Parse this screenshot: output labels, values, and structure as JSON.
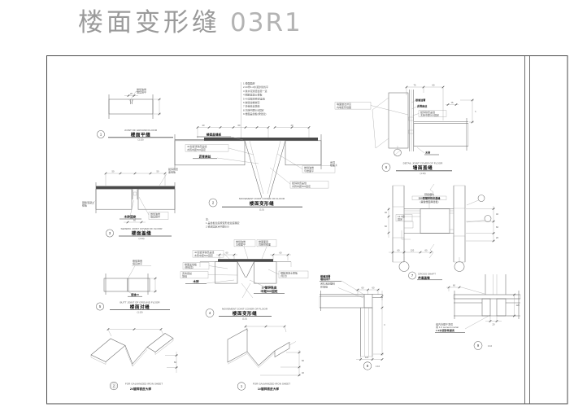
{
  "header": {
    "title": "楼面变形缝",
    "code": "03R1"
  },
  "d1": {
    "num": "1",
    "noteA": "嵌缝油膏",
    "noteB": "填实抹平",
    "dim": "20",
    "cap_en": "JOINT OF GROUND FLOOR",
    "cap_cn": "楼面平缝",
    "scale": "(1:10)"
  },
  "d2": {
    "num": "2",
    "notes": [
      "1 楼面面层",
      "2 20厚1:2水泥砂浆找平",
      "3 素水泥浆结合层一道",
      "4 钢筋混凝土楼板",
      "5 40宽镀锌铁皮盖缝",
      "6 嵌缝油膏嵌实",
      "7 沥青麻丝填缝",
      "8 木砖中距500固定",
      "9 楼面盖缝板(按缝宽)"
    ],
    "dim1": "40",
    "dim2": "60",
    "dim3": "40",
    "lblL1": "楼面盖缝板",
    "lblL2a": "40宽镀锌铁皮盖缝",
    "lblL2b": "木砖中距500固定",
    "lblL3": "沥青麻丝",
    "lblR1a": "嵌缝油膏",
    "lblR1b": "与楼面平",
    "lblR2a": "镀锌铁皮盖缝",
    "lblR2b": "木砖中距500固定",
    "cap_en": "MOVEMENT JOINT COVER OF FLOOR",
    "cap_cn": "楼面变形缝",
    "scale": "(1:5)",
    "fn1": "注:",
    "fn2": "1.盖缝板宽度按变形缝宽度确定",
    "fn3": "2.铁皮固定点中距500"
  },
  "d3": {
    "num": "3",
    "dim1": "50",
    "dim2": "50",
    "noteTRa": "镀锌铁皮",
    "noteTRb": "盖缝板",
    "noteLa": "钢筋混凝土",
    "noteLb": "楼板",
    "lblB1": "木砖固定",
    "lblBRa": "嵌缝油膏",
    "lblBRb": "填实抹平",
    "dimB": "60",
    "cap_en": "SEISMIC JOINT COVER OF FLOOR",
    "cap_cn": "楼面盖缝",
    "scale": "(1:10)"
  },
  "d4": {
    "num": "4",
    "t1a": "嵌缝油膏",
    "t1b": "与楼面平",
    "t2a": "楼面面层",
    "t2b": "同相邻楼面",
    "lta": "40宽镀锌铁皮盖缝",
    "ltb": "木砖中距500固定",
    "dimL": "60",
    "dimR": "60",
    "ll1a": "楼面盖缝板",
    "ll1b": "(按缝宽)",
    "ll2a": "沥青麻丝",
    "ll2b": "填缝",
    "ll3": "木砖",
    "r1a": "钢筋混凝土楼板",
    "r1b": "(现浇)",
    "bl1": "1#镀锌铁皮",
    "bl2": "中距500固定",
    "cap_en": "MOVEMENT JOINT COVER OF FLOOR",
    "cap_cn": "楼面变形缝",
    "scale": "(1:5)"
  },
  "d5": {
    "num": "5",
    "noteA": "嵌缝油膏",
    "noteB": "填实抹平",
    "lbl": "留缝20",
    "cap_en": "BUTT JOINT OF GROUND FLOOR",
    "cap_cn": "楼面对缝",
    "scale": "(1:10)"
  },
  "d6": {
    "num": "6",
    "dimA": "75",
    "dimB": "60",
    "dimC": "75",
    "dimH": "h",
    "noteLa": "墙面做法详见",
    "noteLb": "内墙变形缝图",
    "r1": "嵌缝油膏",
    "r2": "沥青麻丝",
    "r3a": "镀锌铁皮盖缝",
    "r3b": "木砖中距500固定",
    "wl": "木砖",
    "stray1": "余同",
    "stray2": "楼面⑤",
    "cap_en": "DETAIL JOINT COVER OF FLOOR",
    "cap_cn": "墙面盖缝",
    "scale": "(1:10)"
  },
  "d7": {
    "num": "7",
    "n1": "预留槽内",
    "n2": "150宽镀锌铁皮盖缝",
    "n3": "(兼做楼面撑缝板)",
    "m1": "12.5级",
    "m2": "固定",
    "ld1": "40",
    "ld2": "60",
    "rd1": "40",
    "rd2": "60",
    "rd3": "20",
    "bd1": "60",
    "bd2": "120",
    "bd3": "60",
    "cap_en": "CROSS SHAFT",
    "cap_cn": "井道盖缝"
  },
  "d8": {
    "num": "8",
    "a1a": "嵌缝油膏",
    "a1b": "填实抹平",
    "a2a": "闭孔泡沫塑料",
    "a2b": "棒填缝",
    "dim1": "60",
    "dim2": "60",
    "dim3": "120",
    "dimV": "h",
    "scale": "1:10"
  },
  "d9": {
    "num": "9",
    "dim1": "60",
    "dim2": "20",
    "dimV": "120",
    "n1": "缝内清理干净后",
    "n2": "用 1:2 cement mortar",
    "n3": "1:2水泥砂浆嵌实",
    "scale": "1:10"
  },
  "iso1": {
    "num": "2",
    "dimA": "60",
    "cap_en": "FOR GALVANIZED IRON SHEET",
    "cap_cn": "2#镀锌铁皮大样"
  },
  "iso2": {
    "num": "1",
    "dimA": "60",
    "dimB": "40",
    "cap_en": "FOR GALVANIZED IRON SHEET",
    "cap_cn": "1#镀锌铁皮大样"
  }
}
